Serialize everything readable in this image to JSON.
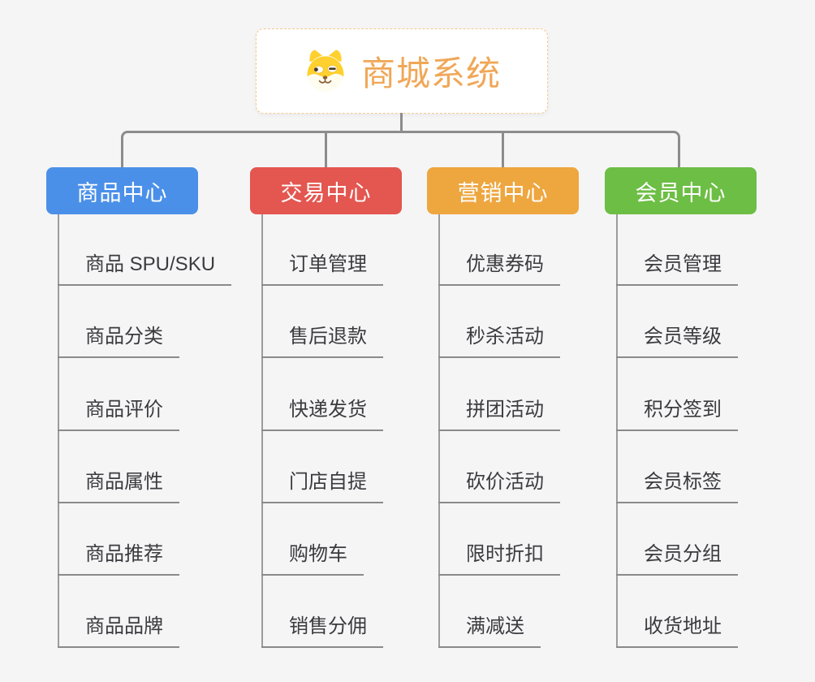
{
  "root": {
    "title": "商城系统",
    "title_color": "#F0A757",
    "border_color": "#F6CA8F",
    "icon": "doge-face-icon"
  },
  "connector_color": "#8C8C8C",
  "branches": [
    {
      "label": "商品中心",
      "color": "#4B90E8",
      "items": [
        "商品 SPU/SKU",
        "商品分类",
        "商品评价",
        "商品属性",
        "商品推荐",
        "商品品牌"
      ]
    },
    {
      "label": "交易中心",
      "color": "#E45650",
      "items": [
        "订单管理",
        "售后退款",
        "快递发货",
        "门店自提",
        "购物车",
        "销售分佣"
      ]
    },
    {
      "label": "营销中心",
      "color": "#EEA63F",
      "items": [
        "优惠券码",
        "秒杀活动",
        "拼团活动",
        "砍价活动",
        "限时折扣",
        "满减送"
      ]
    },
    {
      "label": "会员中心",
      "color": "#6DBE45",
      "items": [
        "会员管理",
        "会员等级",
        "积分签到",
        "会员标签",
        "会员分组",
        "收货地址"
      ]
    }
  ]
}
